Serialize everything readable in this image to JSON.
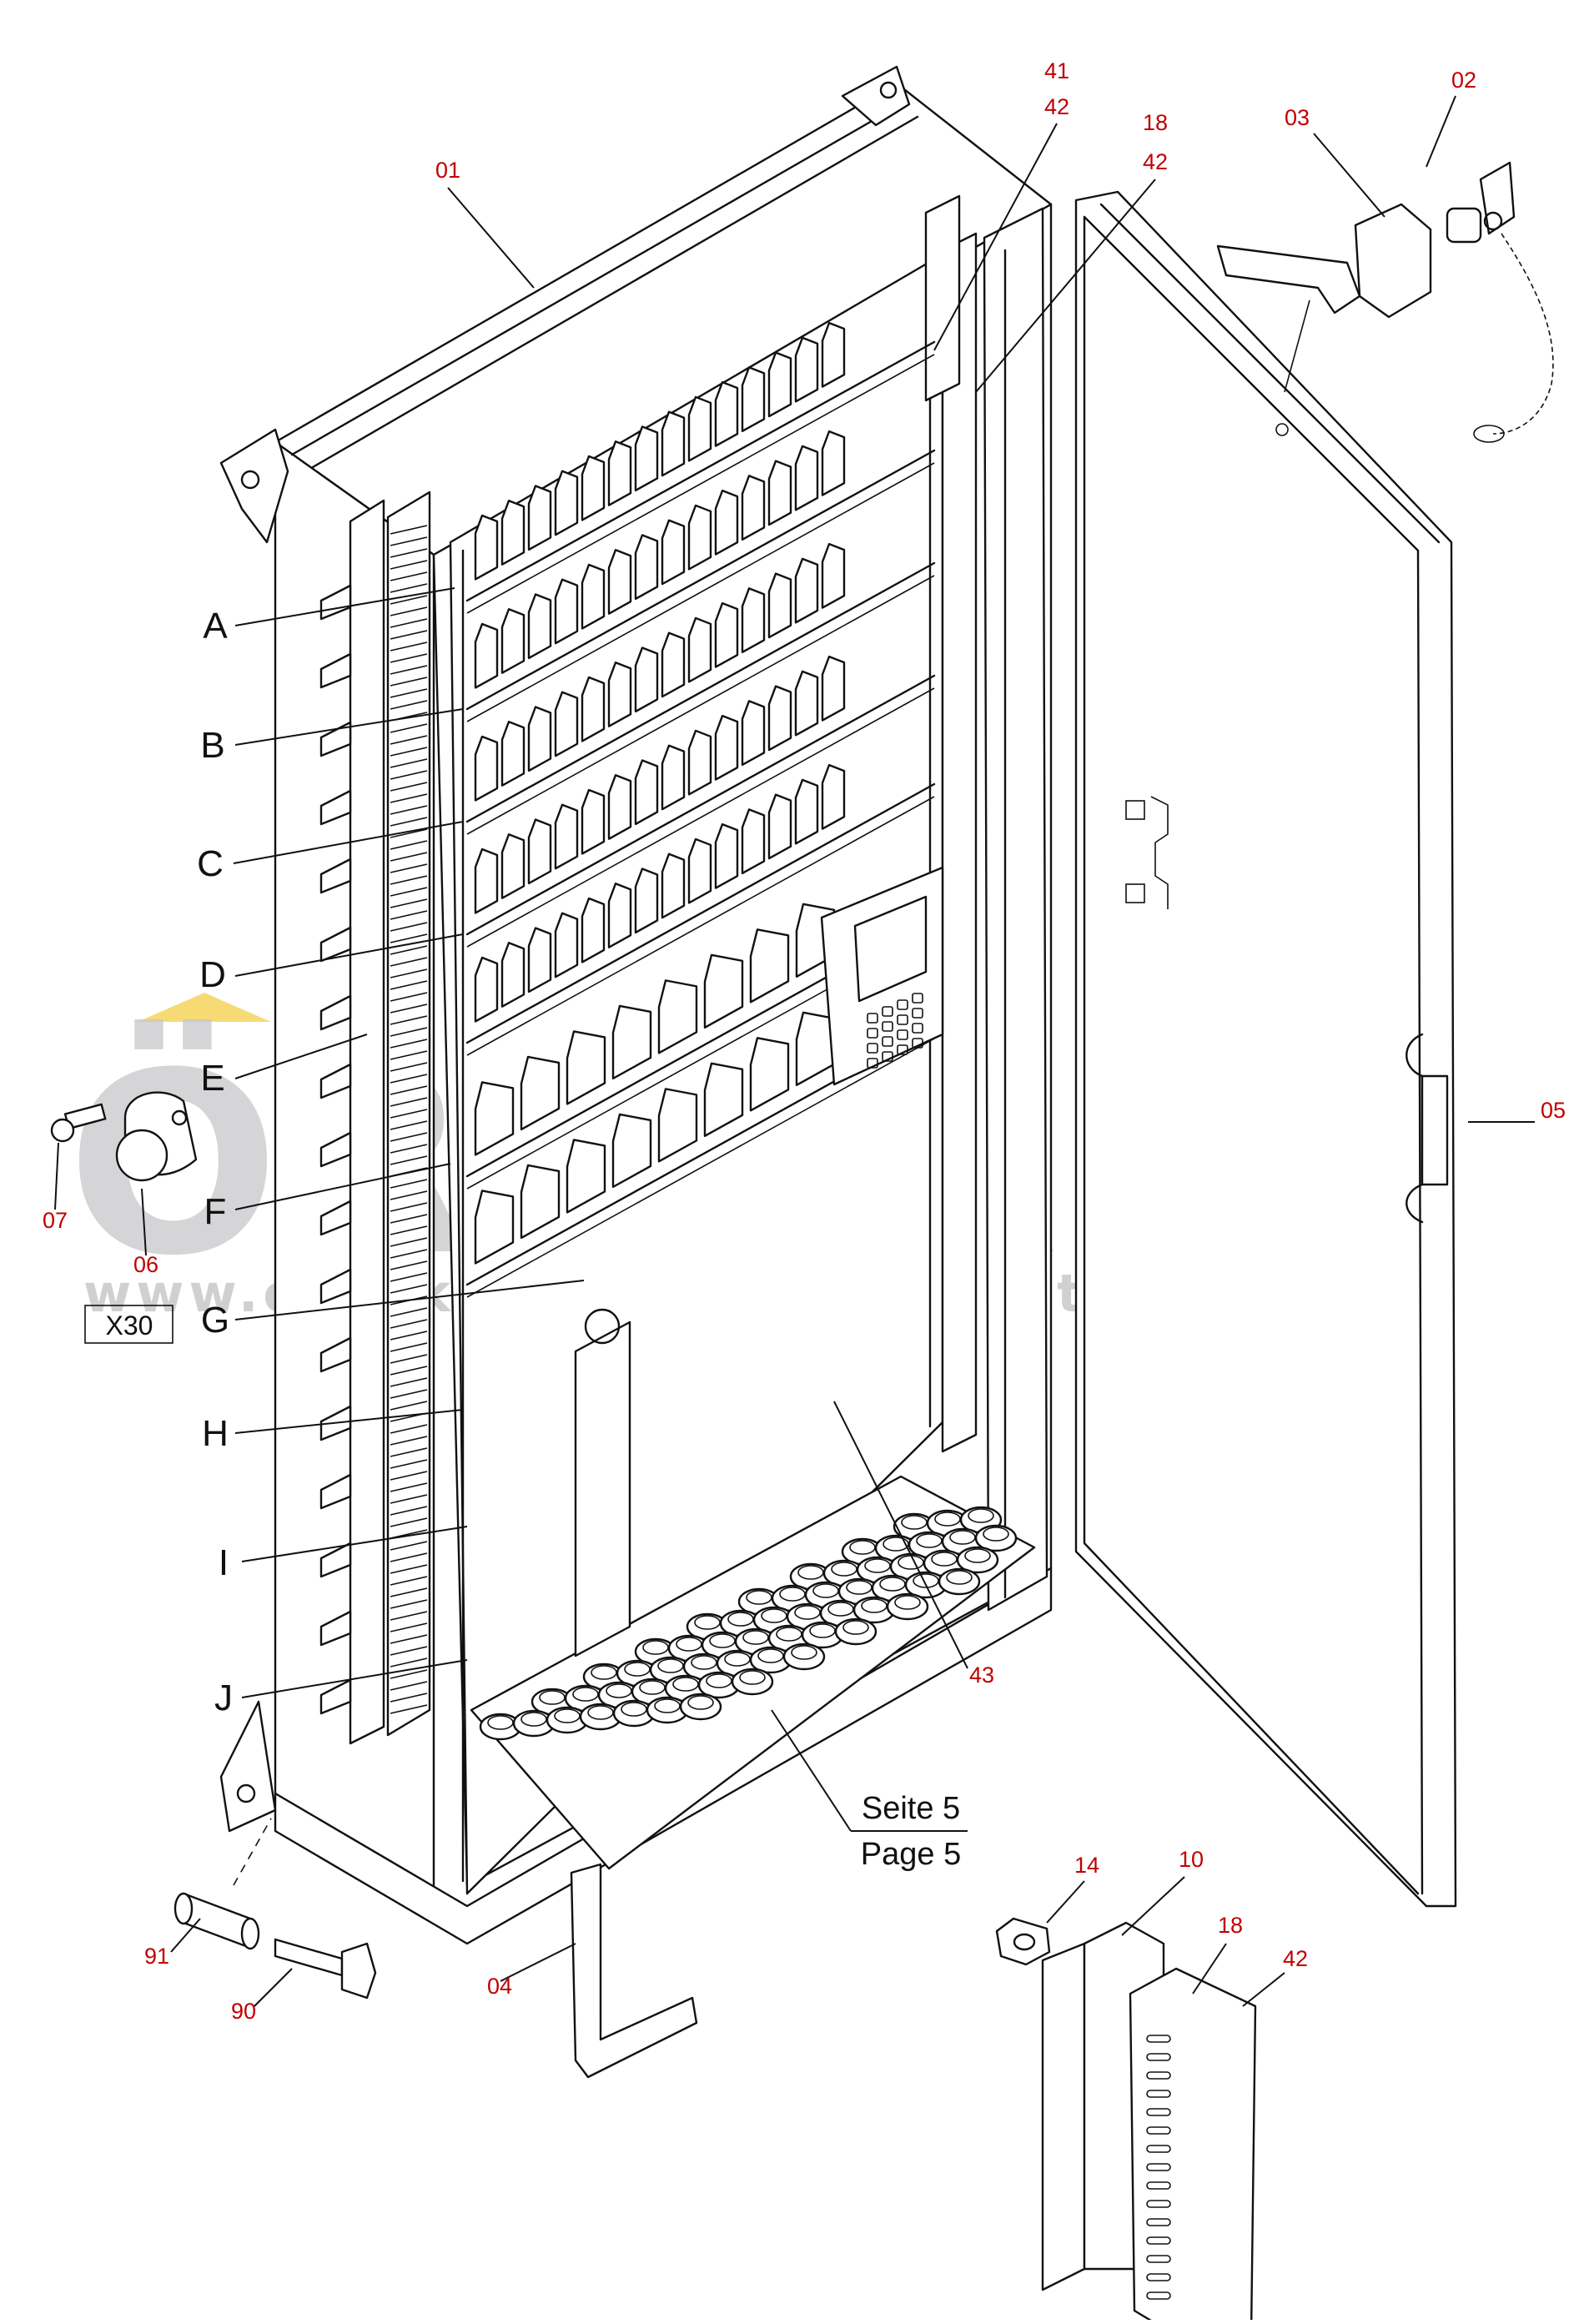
{
  "watermark": {
    "brand": "ÖRNEK",
    "url": "www.ornekismakinalari.com.tr",
    "accent_color": "#f2cc3a"
  },
  "callouts": {
    "c01": "01",
    "c02": "02",
    "c03": "03",
    "c04": "04",
    "c05": "05",
    "c06": "06",
    "c07": "07",
    "c10": "10",
    "c14": "14",
    "c18a": "18",
    "c18b": "18",
    "c41": "41",
    "c42a": "42",
    "c42b": "42",
    "c42c": "42",
    "c43": "43",
    "c90": "90",
    "c91": "91"
  },
  "sections": [
    "A",
    "B",
    "C",
    "D",
    "E",
    "F",
    "G",
    "H",
    "I",
    "J"
  ],
  "box_label": "X30",
  "page_reference": {
    "line1": "Seite 5",
    "line2": "Page 5"
  },
  "colors": {
    "callout": "#c00000",
    "lines": "#111111"
  }
}
